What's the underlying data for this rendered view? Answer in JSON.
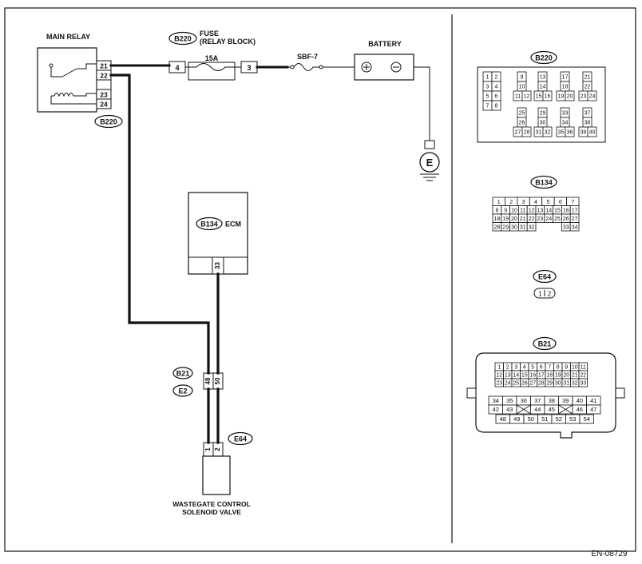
{
  "diagram": {
    "figure_id": "EN-08729",
    "main_relay": {
      "title": "MAIN RELAY",
      "connector": "B220",
      "pins": [
        "21",
        "22",
        "23",
        "24"
      ]
    },
    "fuse": {
      "title_line1": "FUSE",
      "title_line2": "(RELAY BLOCK)",
      "connector": "B220",
      "rating": "15A",
      "pin_in": "4",
      "pin_out": "3"
    },
    "sbf": {
      "label": "SBF-7"
    },
    "battery": {
      "label": "BATTERY"
    },
    "ground": {
      "label": "E"
    },
    "ecm": {
      "label": "ECM",
      "connector": "B134",
      "pin": "33"
    },
    "mid_connector": {
      "id_top": "B21",
      "id_bottom": "E2",
      "pins": [
        "48",
        "50"
      ]
    },
    "solenoid": {
      "label_line1": "WASTEGATE CONTROL",
      "label_line2": "SOLENOID VALVE",
      "connector": "E64",
      "pins": [
        "1",
        "2"
      ]
    }
  },
  "connector_views": {
    "b220": {
      "label": "B220",
      "cells": [
        "1",
        "2",
        "3",
        "4",
        "5",
        "6",
        "7",
        "8",
        "9",
        "10",
        "11",
        "12",
        "13",
        "14",
        "15",
        "16",
        "17",
        "18",
        "19",
        "20",
        "21",
        "22",
        "23",
        "24",
        "25",
        "26",
        "27",
        "28",
        "29",
        "30",
        "31",
        "32",
        "33",
        "34",
        "35",
        "36",
        "37",
        "38",
        "39",
        "40"
      ]
    },
    "b134": {
      "label": "B134",
      "rows": [
        [
          "1",
          "2",
          "3",
          "4",
          "5",
          "6",
          "7"
        ],
        [
          "8",
          "9",
          "10",
          "11",
          "12",
          "13",
          "14",
          "15",
          "16",
          "17"
        ],
        [
          "18",
          "19",
          "20",
          "21",
          "22",
          "23",
          "24",
          "25",
          "26",
          "27"
        ],
        [
          "28",
          "29",
          "30",
          "31",
          "32",
          "33",
          "34"
        ]
      ]
    },
    "e64": {
      "label": "E64",
      "pins": [
        "1",
        "2"
      ]
    },
    "b21": {
      "label": "B21",
      "rows": [
        [
          "1",
          "2",
          "3",
          "4",
          "5",
          "6",
          "7",
          "8",
          "9",
          "10",
          "11"
        ],
        [
          "12",
          "13",
          "14",
          "15",
          "16",
          "17",
          "18",
          "19",
          "20",
          "21",
          "22"
        ],
        [
          "23",
          "24",
          "25",
          "26",
          "27",
          "28",
          "29",
          "30",
          "31",
          "32",
          "33"
        ],
        [
          "34",
          "35",
          "36",
          "37",
          "38",
          "39",
          "40",
          "41"
        ],
        [
          "42",
          "43",
          "44",
          "45",
          "46",
          "47"
        ],
        [
          "48",
          "49",
          "50",
          "51",
          "52",
          "53",
          "54"
        ]
      ]
    }
  }
}
